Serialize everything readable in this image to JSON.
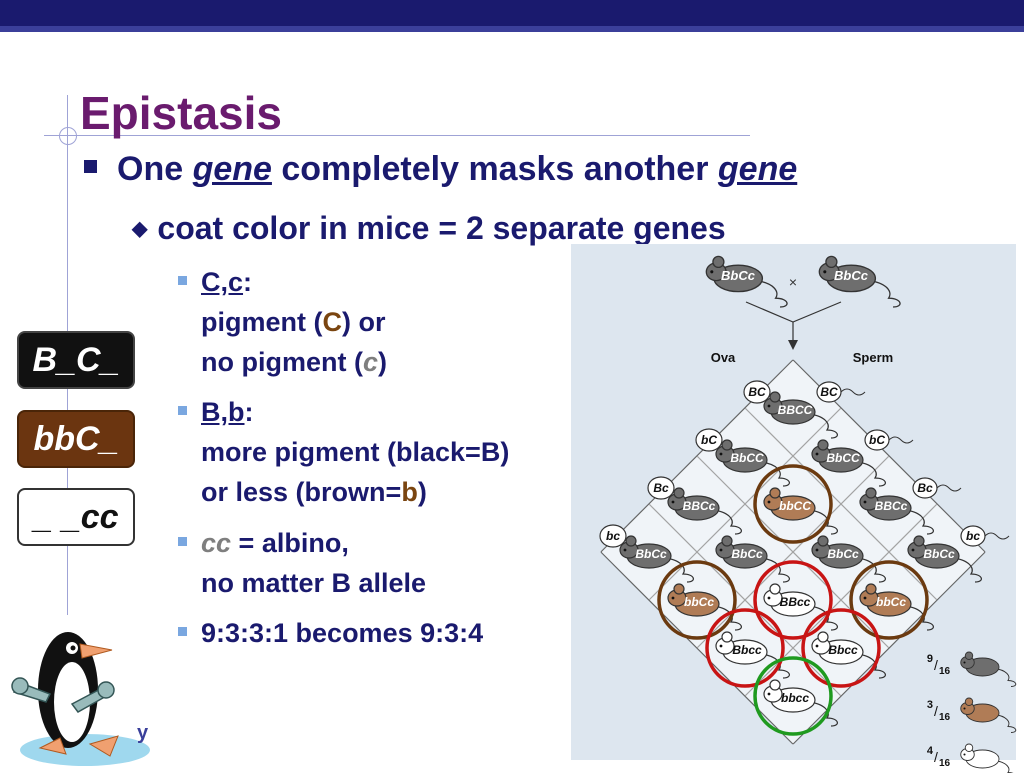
{
  "slide": {
    "title": "Epistasis",
    "bullet1": {
      "pre": "One ",
      "gene1": "gene",
      "mid": " completely masks another ",
      "gene2": "gene"
    },
    "bullet2": "coat color in mice = 2 separate genes",
    "sub1": {
      "label": "C,c",
      "colon": ":",
      "line2a": "pigment (",
      "C": "C",
      "line2b": ") or",
      "line3a": "no pigment (",
      "c": "c",
      "line3b": ")"
    },
    "sub2": {
      "label": "B,b",
      "colon": ":",
      "line2a": "more pigment (black=",
      "B": "B",
      "line2b": ")",
      "line3a": "or less (brown=",
      "b": "b",
      "line3b": ")"
    },
    "sub3": {
      "cc": "cc",
      "line1b": " = albino,",
      "line2": "no matter B allele"
    },
    "sub4": "9:3:3:1 becomes 9:3:4",
    "footer": "y"
  },
  "boxes": [
    "B_C_",
    "bbC_",
    "_ _cc"
  ],
  "diagram": {
    "parent1": "BbCc",
    "parent2": "BbCc",
    "cross_symbol": "×",
    "ova": "Ova",
    "sperm": "Sperm",
    "ova_gametes": [
      "BC",
      "bC",
      "Bc",
      "bc"
    ],
    "sperm_gametes": [
      "BC",
      "bC",
      "Bc",
      "bc"
    ],
    "cells": [
      {
        "label": "BBCC",
        "color": "dark"
      },
      {
        "label": "BbCC",
        "color": "dark"
      },
      {
        "label": "BbCC",
        "color": "dark"
      },
      {
        "label": "BBCc",
        "color": "dark"
      },
      {
        "label": "bbCC",
        "color": "brown"
      },
      {
        "label": "BBCc",
        "color": "dark"
      },
      {
        "label": "BbCc",
        "color": "dark"
      },
      {
        "label": "BbCc",
        "color": "dark"
      },
      {
        "label": "BbCc",
        "color": "dark"
      },
      {
        "label": "BbCc",
        "color": "dark"
      },
      {
        "label": "bbCc",
        "color": "brown"
      },
      {
        "label": "BBcc",
        "color": "white"
      },
      {
        "label": "bbCc",
        "color": "brown"
      },
      {
        "label": "Bbcc",
        "color": "white"
      },
      {
        "label": "Bbcc",
        "color": "white"
      },
      {
        "label": "bbcc",
        "color": "white"
      }
    ],
    "ratios": [
      {
        "num": "9",
        "den": "16",
        "color": "dark"
      },
      {
        "num": "3",
        "den": "16",
        "color": "brown"
      },
      {
        "num": "4",
        "den": "16",
        "color": "white"
      }
    ],
    "colors": {
      "dark": "#6e6e6e",
      "brown": "#b07c56",
      "white": "#ffffff",
      "ring_brown": "#6b3a10",
      "ring_red": "#c81414",
      "ring_green": "#1f9a1f"
    }
  }
}
